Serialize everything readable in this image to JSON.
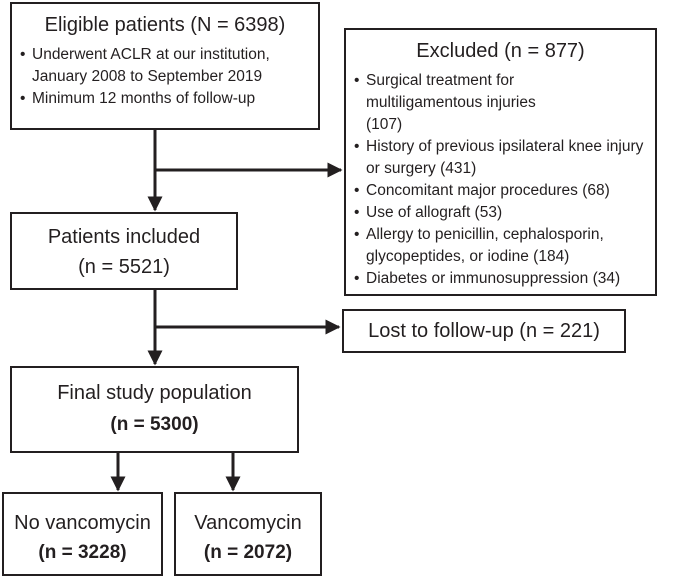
{
  "eligible": {
    "title": "Eligible patients (N = 6398)",
    "bullets": [
      "Underwent ACLR at our institution, January 2008 to September 2019",
      "Minimum 12 months of follow-up"
    ]
  },
  "excluded": {
    "title": "Excluded (n = 877)",
    "bullets": [
      "Surgical treatment for multiligamentous injuries (107)",
      "History of previous ipsilateral knee injury or surgery (431)",
      "Concomitant major procedures (68)",
      "Use of allograft (53)",
      "Allergy to penicillin, cephalosporin, glycopeptides, or iodine (184)",
      "Diabetes or immunosuppression (34)"
    ]
  },
  "included": {
    "title": "Patients included",
    "count": "(n = 5521)"
  },
  "lost": {
    "title": "Lost to follow-up (n = 221)"
  },
  "final": {
    "title": "Final study population",
    "count": "(n = 5300)"
  },
  "no_vanco": {
    "title": "No vancomycin",
    "count": "(n = 3228)"
  },
  "vanco": {
    "title": "Vancomycin",
    "count": "(n = 2072)"
  }
}
